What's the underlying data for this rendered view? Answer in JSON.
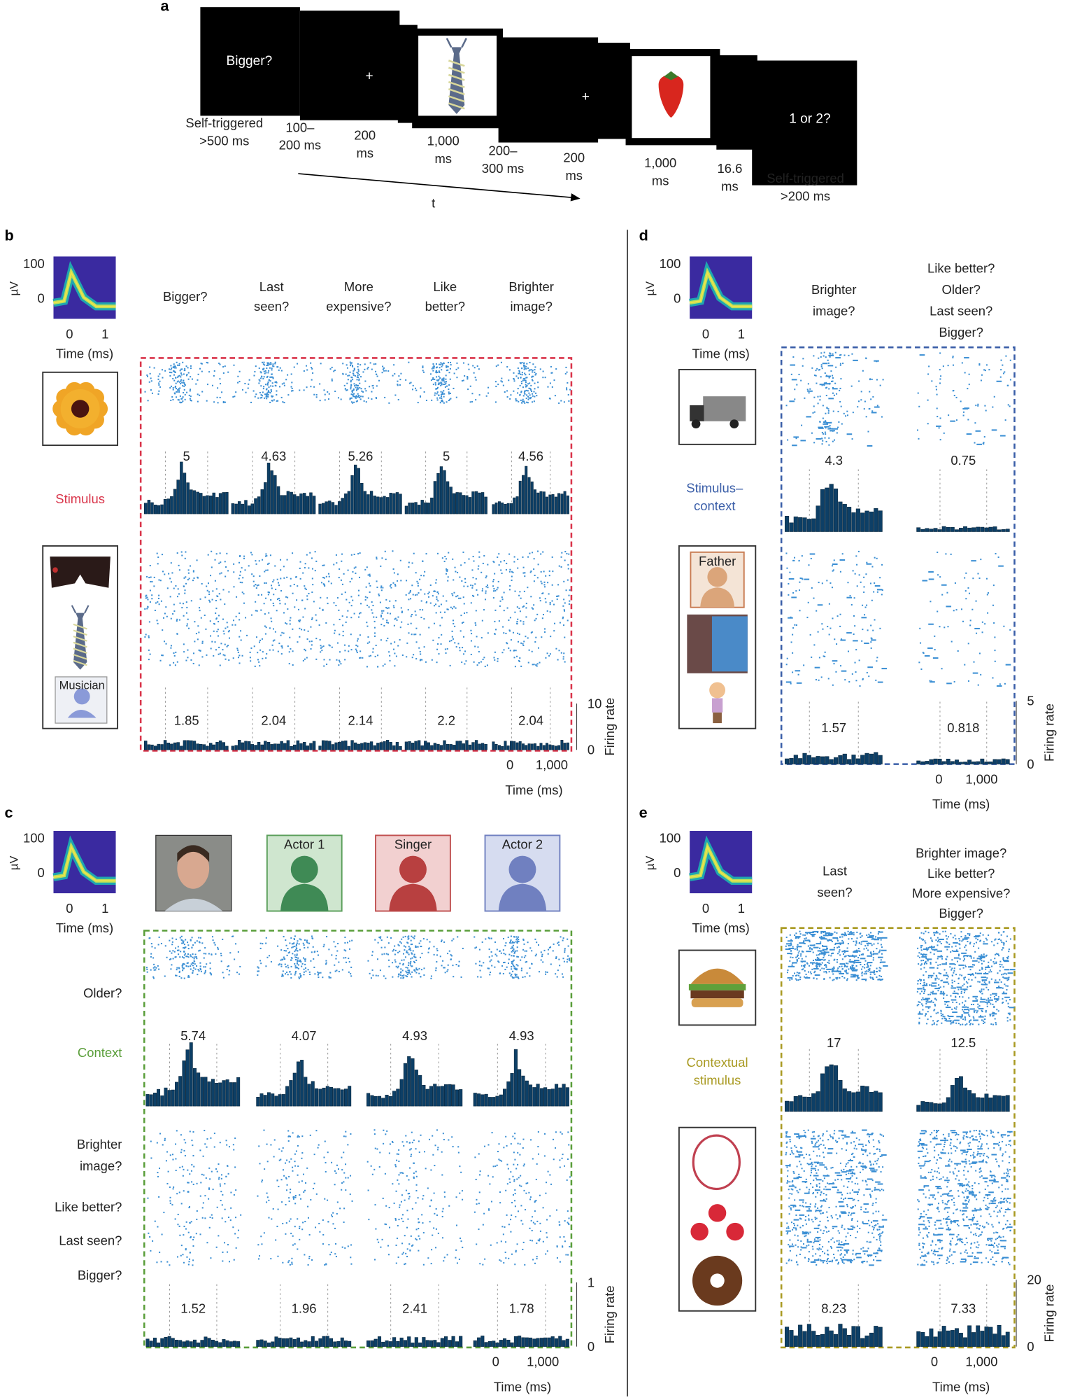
{
  "panel_a": {
    "label": "a",
    "screens": [
      "Bigger?",
      "+",
      "+",
      "1 or 2?"
    ],
    "durations": [
      [
        "Self-triggered",
        ">500 ms"
      ],
      [
        "100–",
        "200 ms"
      ],
      [
        "200",
        "ms"
      ],
      [
        "1,000",
        "ms"
      ],
      [
        "200–",
        "300 ms"
      ],
      [
        "200",
        "ms"
      ],
      [
        "1,000",
        "ms"
      ],
      [
        "16.6",
        "ms"
      ],
      [
        "Self-triggered",
        ">200 ms"
      ]
    ],
    "time_axis": "t"
  },
  "inset": {
    "yticks": [
      "100",
      "0"
    ],
    "ylabel": "µV",
    "xticks": [
      "0",
      "1"
    ],
    "xlabel": "Time (ms)"
  },
  "panel_b": {
    "label": "b",
    "color": "#d9344a",
    "headers": [
      [
        "Bigger?"
      ],
      [
        "Last",
        "seen?"
      ],
      [
        "More",
        "expensive?"
      ],
      [
        "Like",
        "better?"
      ],
      [
        "Brighter",
        "image?"
      ]
    ],
    "row_labels": [
      [
        "Stimulus"
      ]
    ],
    "context_card": "Musician",
    "peaks": [
      [
        "5",
        "4.63",
        "5.26",
        "5",
        "4.56"
      ],
      [
        "1.85",
        "2.04",
        "2.14",
        "2.2",
        "2.04"
      ]
    ],
    "axis": {
      "ymax": "10",
      "ymin": "0",
      "ylabel": "Firing rate",
      "xticks": [
        "0",
        "1,000"
      ],
      "xlabel": "Time (ms)"
    }
  },
  "panel_d": {
    "label": "d",
    "color": "#3a5ea8",
    "headers": [
      [
        "Brighter",
        "image?"
      ],
      [
        "Like better?",
        "Older?",
        "Last seen?",
        "Bigger?"
      ]
    ],
    "row_labels": [
      [
        "Stimulus–",
        "context"
      ]
    ],
    "context_card": "Father",
    "peaks": [
      [
        "4.3",
        "0.75"
      ],
      [
        "1.57",
        "0.818"
      ]
    ],
    "axis": {
      "ymax": "5",
      "ymin": "0",
      "ylabel": "Firing rate",
      "xticks": [
        "0",
        "1,000"
      ],
      "xlabel": "Time (ms)"
    }
  },
  "panel_c": {
    "label": "c",
    "color": "#5a9e3a",
    "cards": [
      "Actor 1",
      "Singer",
      "Actor 2"
    ],
    "row_labels": [
      [
        "Older?"
      ],
      [
        "Context"
      ],
      [
        "Brighter",
        "image?"
      ],
      [
        "Like better?"
      ],
      [
        "Last seen?"
      ],
      [
        "Bigger?"
      ]
    ],
    "peaks": [
      [
        "5.74",
        "4.07",
        "4.93",
        "4.93"
      ],
      [
        "1.52",
        "1.96",
        "2.41",
        "1.78"
      ]
    ],
    "axis": {
      "ymax": "1",
      "ymin": "0",
      "ylabel": "Firing rate",
      "xticks": [
        "0",
        "1,000"
      ],
      "xlabel": "Time (ms)"
    }
  },
  "panel_e": {
    "label": "e",
    "color": "#a99a22",
    "headers": [
      [
        "Last",
        "seen?"
      ],
      [
        "Brighter image?",
        "Like better?",
        "More expensive?",
        "Bigger?"
      ]
    ],
    "row_labels": [
      [
        "Contextual",
        "stimulus"
      ]
    ],
    "peaks": [
      [
        "17",
        "12.5"
      ],
      [
        "8.23",
        "7.33"
      ]
    ],
    "axis": {
      "ymax": "20",
      "ymin": "0",
      "ylabel": "Firing rate",
      "xticks": [
        "0",
        "1,000"
      ],
      "xlabel": "Time (ms)"
    }
  },
  "colors": {
    "raster": "#3b8fd4",
    "bar": "#0d3f66",
    "inset_bg": "#3a2aa0"
  }
}
